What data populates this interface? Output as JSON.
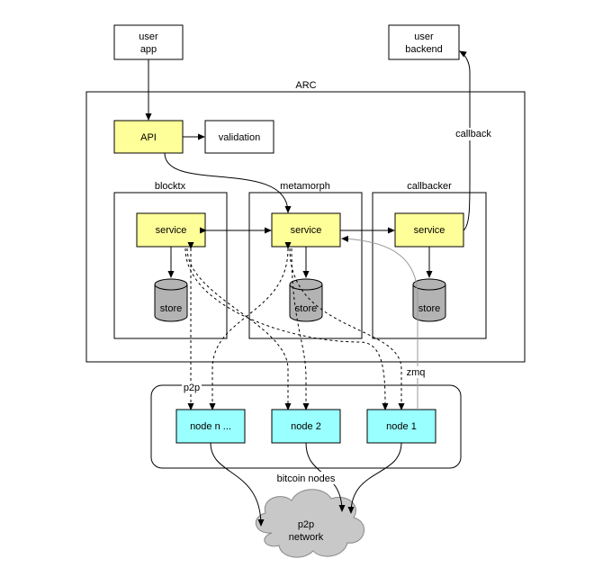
{
  "colors": {
    "service_fill": "#ffff99",
    "node_fill": "#99ffff",
    "store_fill": "#b3b3b3",
    "cloud_fill": "#c8c8c8",
    "zmq_line": "#999999"
  },
  "user_app": {
    "line1": "user",
    "line2": "app"
  },
  "user_backend": {
    "line1": "user",
    "line2": "backend"
  },
  "arc": {
    "label": "ARC"
  },
  "api": {
    "label": "API"
  },
  "validation": {
    "label": "validation"
  },
  "callback": {
    "label": "callback"
  },
  "blocktx": {
    "title": "blocktx",
    "service": "service",
    "store": "store"
  },
  "metamorph": {
    "title": "metamorph",
    "service": "service",
    "store": "store"
  },
  "callbacker": {
    "title": "callbacker",
    "service": "service",
    "store": "store"
  },
  "nodes": {
    "group_label": "bitcoin nodes",
    "p2p_label": "p2p",
    "zmq_label": "zmq",
    "node_n": "node n ...",
    "node_2": "node 2",
    "node_1": "node 1"
  },
  "network": {
    "line1": "p2p",
    "line2": "network"
  }
}
